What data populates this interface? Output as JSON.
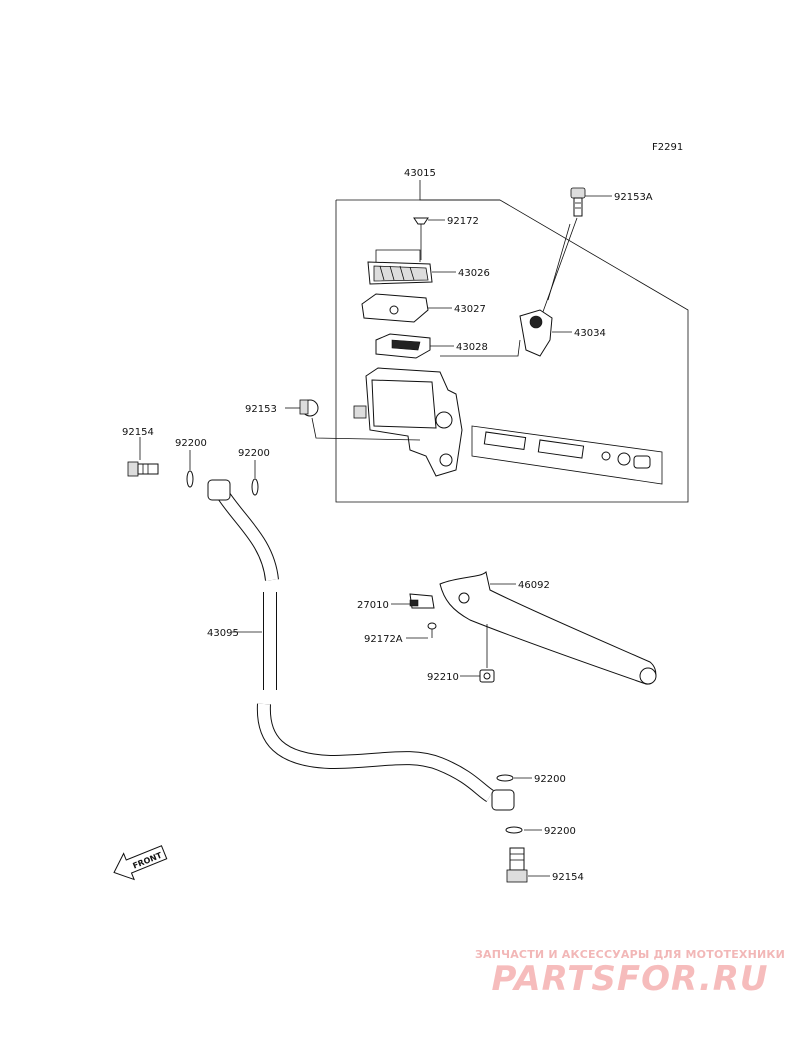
{
  "diagram_code": "F2291",
  "callouts": {
    "c43015": "43015",
    "c92153A": "92153A",
    "c92172": "92172",
    "c43026": "43026",
    "c43027": "43027",
    "c43028": "43028",
    "c43034": "43034",
    "c92153": "92153",
    "c92154_top": "92154",
    "c92200_a": "92200",
    "c92200_b": "92200",
    "c46092": "46092",
    "c27010": "27010",
    "c92172A": "92172A",
    "c92210": "92210",
    "c43095": "43095",
    "c92200_c": "92200",
    "c92200_d": "92200",
    "c92154_bottom": "92154"
  },
  "front_arrow_label": "FRONT",
  "watermark": {
    "tagline": "ЗАПЧАСТИ И АКСЕССУАРЫ ДЛЯ МОТОТЕХНИКИ",
    "brand": "PARTSFOR.RU"
  }
}
